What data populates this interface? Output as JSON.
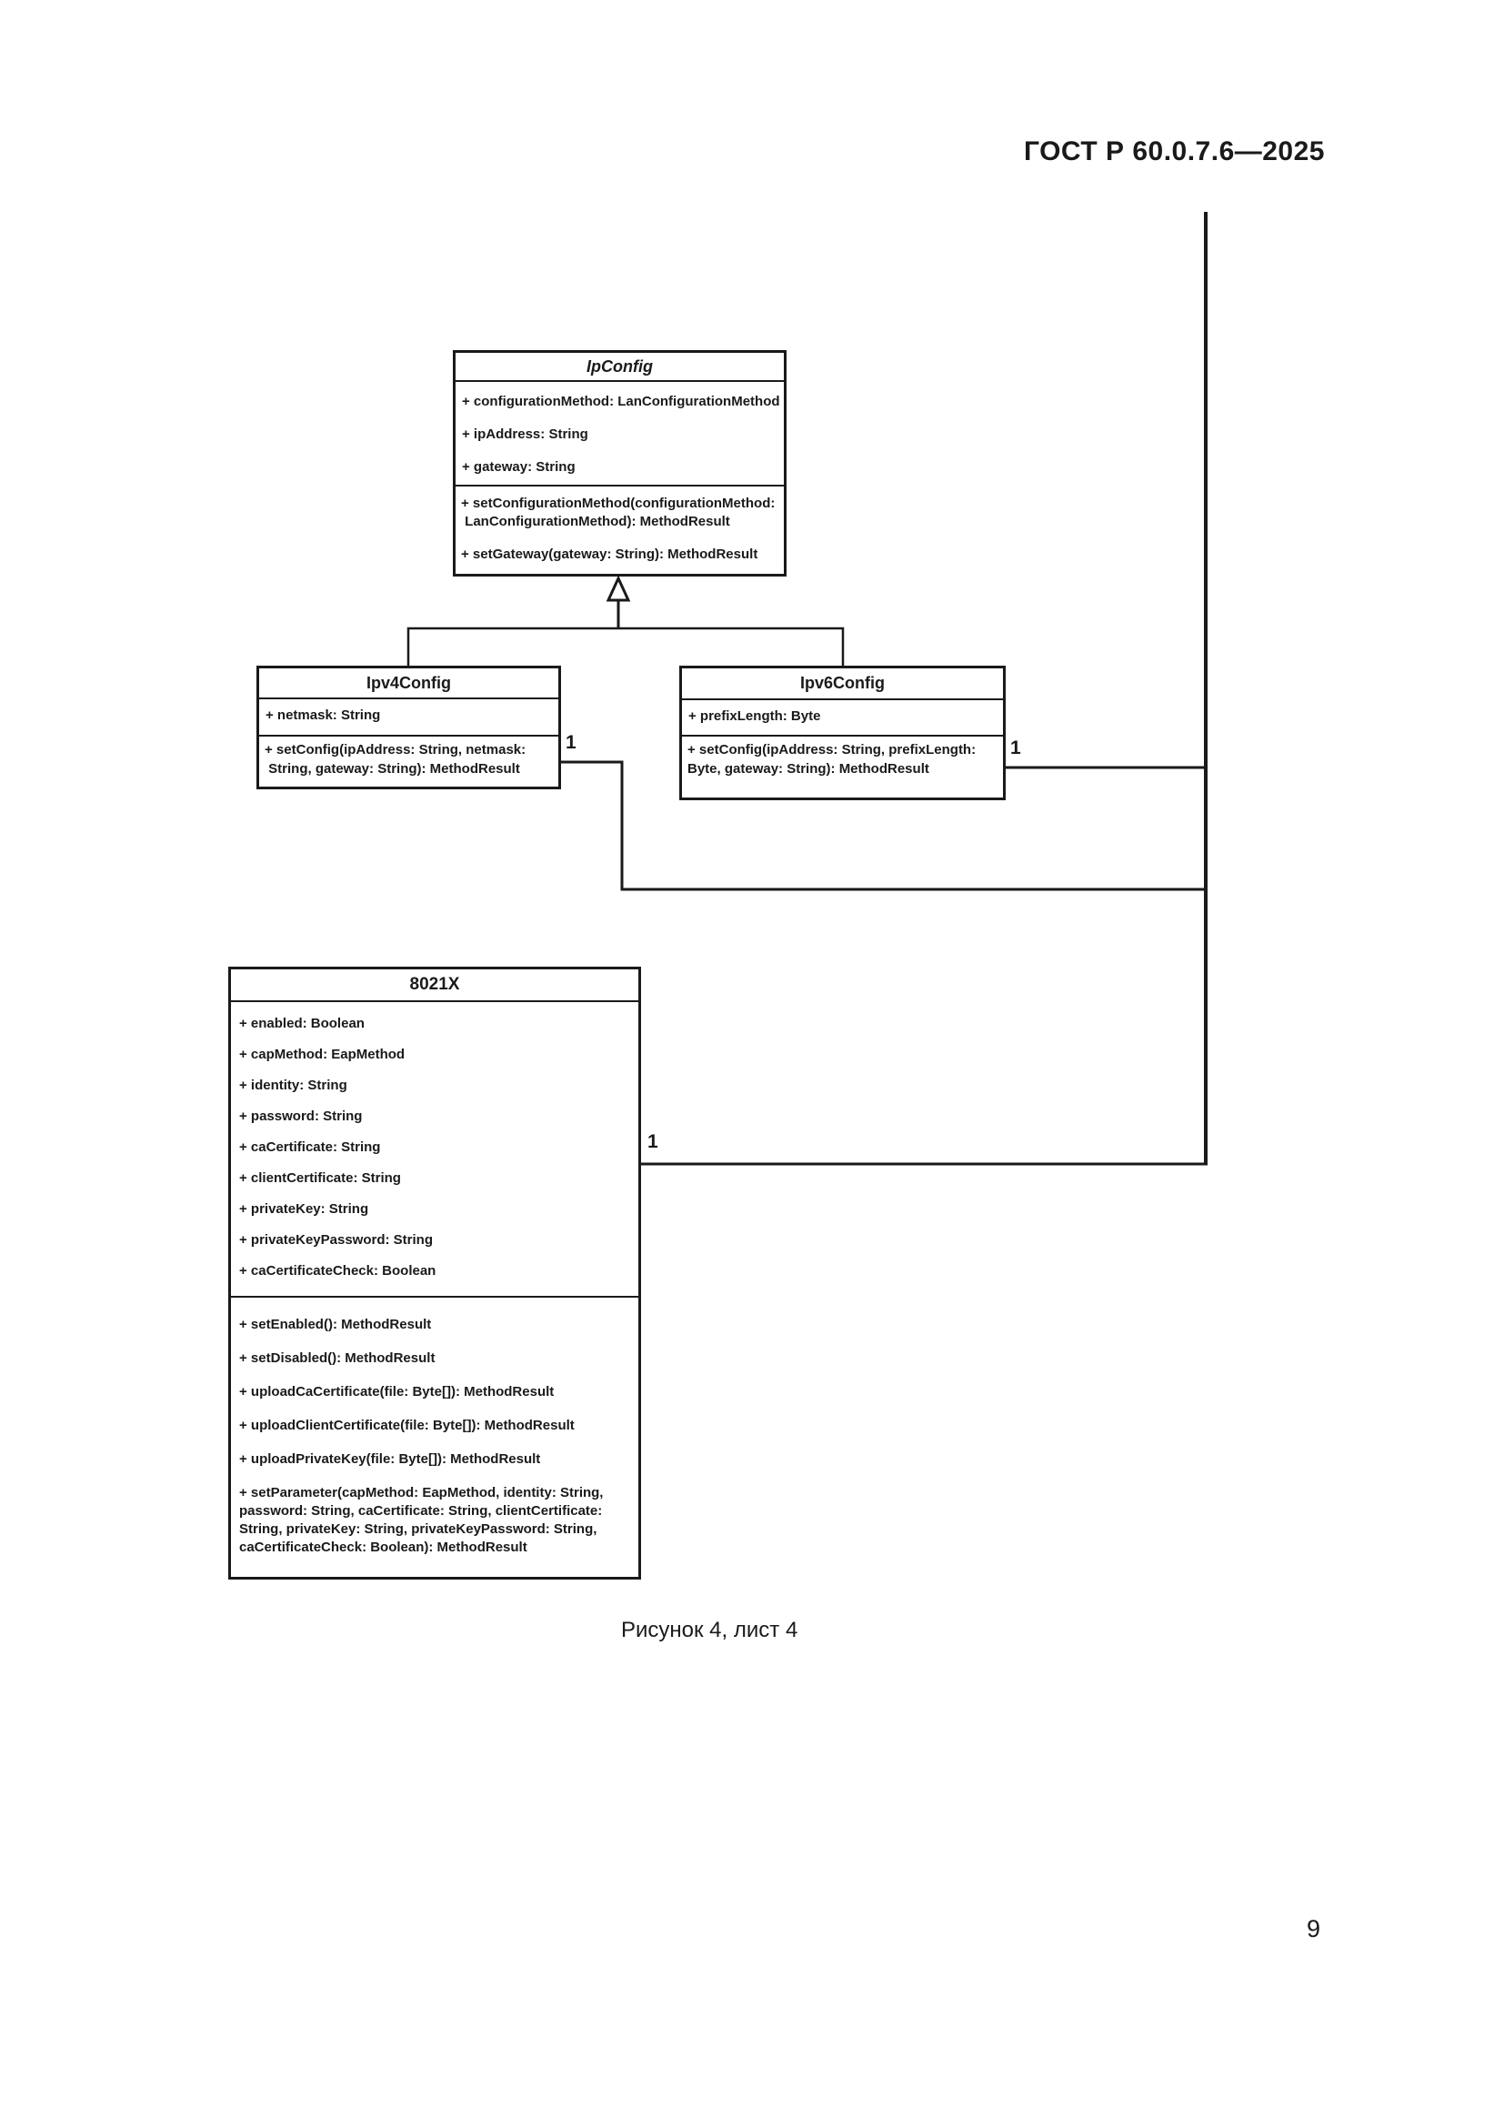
{
  "page": {
    "header": "ГОСТ Р 60.0.7.6—2025",
    "caption": "Рисунок 4, лист 4",
    "page_number": "9"
  },
  "colors": {
    "ink": "#1a1a1a",
    "paper": "#ffffff"
  },
  "diagram": {
    "type": "uml-class-diagram",
    "classes": [
      {
        "name": "IpConfig",
        "abstract": true,
        "attributes": [
          "+ configurationMethod: LanConfigurationMethod",
          "+ ipAddress: String",
          "+ gateway: String"
        ],
        "methods": [
          [
            "+ setConfigurationMethod(configurationMethod:",
            " LanConfigurationMethod): MethodResult"
          ],
          [
            "+ setGateway(gateway: String): MethodResult"
          ]
        ]
      },
      {
        "name": "Ipv4Config",
        "abstract": false,
        "attributes": [
          "+ netmask: String"
        ],
        "methods": [
          [
            "+ setConfig(ipAddress: String, netmask:",
            " String, gateway: String): MethodResult"
          ]
        ]
      },
      {
        "name": "Ipv6Config",
        "abstract": false,
        "attributes": [
          "+ prefixLength: Byte"
        ],
        "methods": [
          [
            "+ setConfig(ipAddress: String, prefixLength:",
            "Byte, gateway: String): MethodResult"
          ]
        ]
      },
      {
        "name": "8021X",
        "abstract": false,
        "attributes": [
          "+ enabled: Boolean",
          "+ capMethod: EapMethod",
          "+ identity: String",
          "+ password: String",
          "+ caCertificate: String",
          "+ clientCertificate: String",
          "+ privateKey: String",
          "+ privateKeyPassword: String",
          "+ caCertificateCheck: Boolean"
        ],
        "methods": [
          [
            "+ setEnabled(): MethodResult"
          ],
          [
            "+ setDisabled(): MethodResult"
          ],
          [
            "+ uploadCaCertificate(file: Byte[]): MethodResult"
          ],
          [
            "+ uploadClientCertificate(file: Byte[]): MethodResult"
          ],
          [
            "+ uploadPrivateKey(file: Byte[]): MethodResult"
          ],
          [
            "+ setParameter(capMethod: EapMethod, identity: String,",
            "password: String, caCertificate: String, clientCertificate:",
            "String, privateKey: String, privateKeyPassword: String,",
            "caCertificateCheck: Boolean): MethodResult"
          ]
        ]
      }
    ],
    "relations": [
      {
        "kind": "generalization",
        "from": "Ipv4Config",
        "to": "IpConfig"
      },
      {
        "kind": "generalization",
        "from": "Ipv6Config",
        "to": "IpConfig"
      },
      {
        "kind": "association",
        "from": "Ipv4Config",
        "multiplicity": "1"
      },
      {
        "kind": "association",
        "from": "Ipv6Config",
        "multiplicity": "1"
      },
      {
        "kind": "association",
        "from": "8021X",
        "multiplicity": "1"
      }
    ],
    "multiplicities": [
      {
        "label": "1"
      },
      {
        "label": "1"
      },
      {
        "label": "1"
      }
    ]
  }
}
